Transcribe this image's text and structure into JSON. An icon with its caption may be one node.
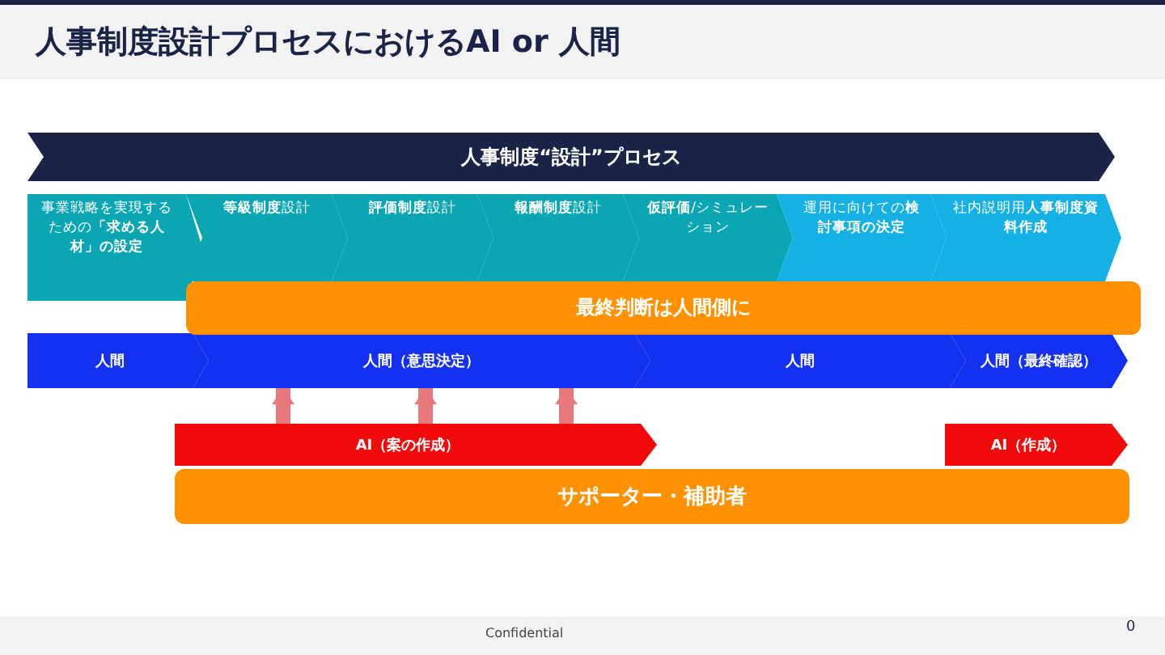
{
  "diagram": {
    "title": "人事制度設計プロセスにおけるAI or 人間",
    "nodes": [
      {
        "text": [
          "人事制度“設計”プロセス"
        ]
      },
      {
        "text": [
          "事業戦略を実現するための**「求める人材」の設定**"
        ]
      },
      {
        "text": [
          "**等級制度**設計"
        ]
      },
      {
        "text": [
          "**評価制度**設計"
        ]
      },
      {
        "text": [
          "**報酬制度**設計"
        ]
      },
      {
        "text": [
          "**仮評価**/シミュレーション"
        ]
      },
      {
        "text": [
          "運用に向けての**検討事項の決定**"
        ]
      },
      {
        "text": [
          "社内説明用**人事制度資料作成**"
        ]
      },
      {
        "text": [
          "最終判断は人間側に"
        ]
      },
      {
        "text": [
          "人間"
        ]
      },
      {
        "text": [
          "人間（意思決定）"
        ]
      },
      {
        "text": [
          "人間"
        ]
      },
      {
        "text": [
          "人間（最終確認）"
        ]
      },
      {
        "text": [
          "AI（案の作成）"
        ]
      },
      {
        "text": [
          "AI（作成）"
        ]
      },
      {
        "text": [
          "サポーター・補助者"
        ]
      }
    ],
    "edges": [
      {
        "from": 13,
        "to": 10,
        "arrow": "to"
      },
      {
        "from": 13,
        "to": 10,
        "arrow": "to"
      },
      {
        "from": 13,
        "to": 10,
        "arrow": "to"
      }
    ],
    "labels": [
      "Confidential",
      "0"
    ]
  }
}
